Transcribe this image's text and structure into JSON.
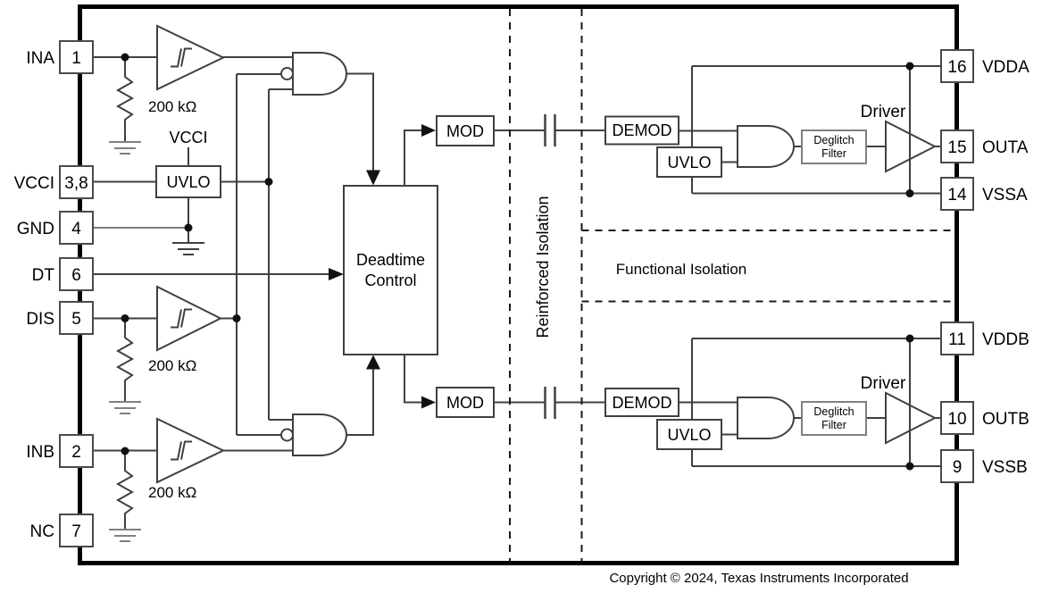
{
  "pins": {
    "left": [
      {
        "label": "INA",
        "number": "1"
      },
      {
        "label": "VCCI",
        "number": "3,8"
      },
      {
        "label": "GND",
        "number": "4"
      },
      {
        "label": "DT",
        "number": "6"
      },
      {
        "label": "DIS",
        "number": "5"
      },
      {
        "label": "INB",
        "number": "2"
      },
      {
        "label": "NC",
        "number": "7"
      }
    ],
    "right": [
      {
        "label": "VDDA",
        "number": "16"
      },
      {
        "label": "OUTA",
        "number": "15"
      },
      {
        "label": "VSSA",
        "number": "14"
      },
      {
        "label": "VDDB",
        "number": "11"
      },
      {
        "label": "OUTB",
        "number": "10"
      },
      {
        "label": "VSSB",
        "number": "9"
      }
    ]
  },
  "blocks": {
    "input_uvlo": "UVLO",
    "vcci_net": "VCCI",
    "deadtime": {
      "line1": "Deadtime",
      "line2": "Control"
    },
    "mod": "MOD",
    "demod": "DEMOD",
    "output_uvlo": "UVLO",
    "deglitch": {
      "line1": "Deglitch",
      "line2": "Filter"
    },
    "driver": "Driver"
  },
  "labels": {
    "pulldown_resistor": "200 kΩ",
    "reinforced_isolation": "Reinforced Isolation",
    "functional_isolation": "Functional Isolation"
  },
  "footer": {
    "copyright": "Copyright © 2024, Texas Instruments Incorporated"
  },
  "colors": {
    "line": "#404040",
    "gray": "#808080",
    "border": "#000000",
    "text": "#000000",
    "background": "#ffffff"
  }
}
